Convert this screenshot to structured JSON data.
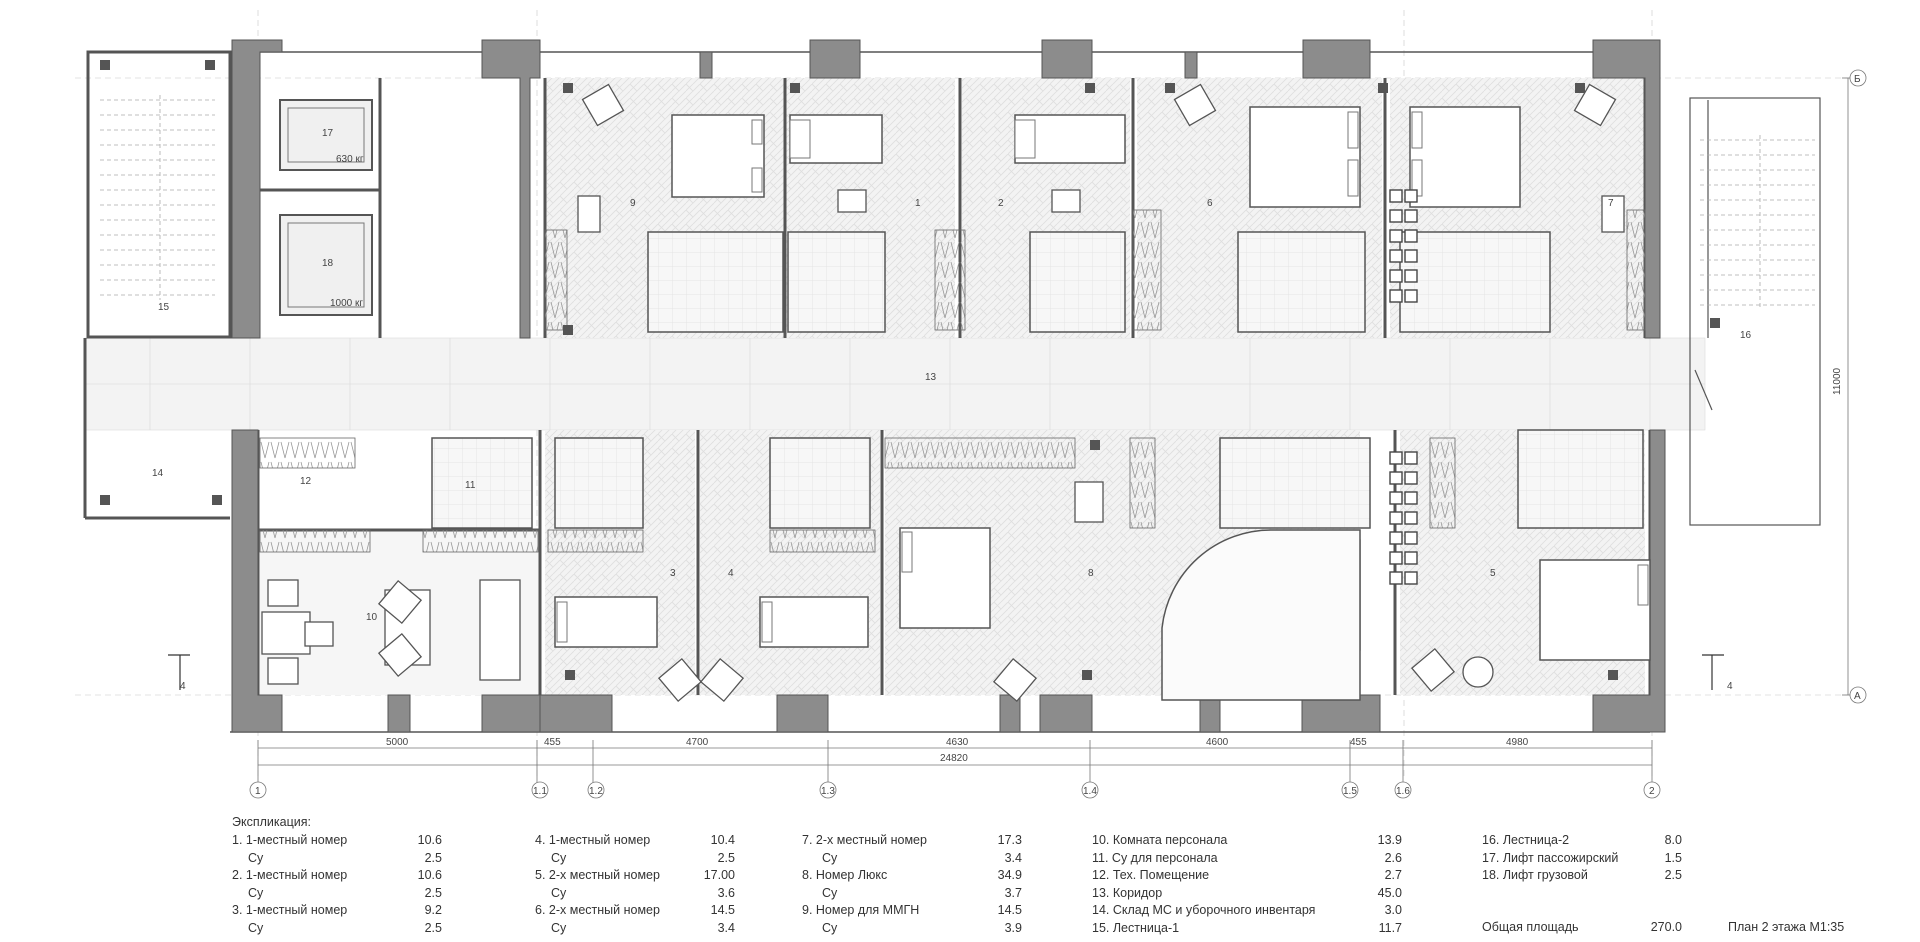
{
  "rooms": {
    "r1": "1",
    "r2": "2",
    "r3": "3",
    "r4": "4",
    "r5": "5",
    "r6": "6",
    "r7": "7",
    "r8": "8",
    "r9": "9",
    "r10": "10",
    "r11": "11",
    "r12": "12",
    "r13": "13",
    "r14": "14",
    "r15": "15",
    "r16": "16",
    "r17": "17",
    "r18": "18"
  },
  "lifts": {
    "passenger": "630 кг",
    "freight": "1000 кг"
  },
  "dimensions": {
    "d1": "5000",
    "d2": "455",
    "d3": "4700",
    "d4": "4630",
    "d5": "4600",
    "d6": "455",
    "d7": "4980",
    "total": "24820",
    "height": "11000"
  },
  "axes": {
    "a1": "1",
    "a11": "1.1",
    "a12": "1.2",
    "a13": "1.3",
    "a14": "1.4",
    "a15": "1.5",
    "a16": "1.6",
    "a2": "2",
    "aA": "А",
    "aB": "Б"
  },
  "section": {
    "left": "4",
    "right": "4"
  },
  "legend": {
    "title": "Экспликация:",
    "columns": [
      [
        {
          "name": "1. 1-местный номер",
          "value": "10.6"
        },
        {
          "name": "    Су",
          "value": "2.5"
        },
        {
          "name": "2. 1-местный номер",
          "value": "10.6"
        },
        {
          "name": "    Су",
          "value": "2.5"
        },
        {
          "name": "3. 1-местный номер",
          "value": "9.2"
        },
        {
          "name": "    Су",
          "value": "2.5"
        }
      ],
      [
        {
          "name": "4. 1-местный номер",
          "value": "10.4"
        },
        {
          "name": "    Су",
          "value": "2.5"
        },
        {
          "name": "5. 2-х местный номер",
          "value": "17.00"
        },
        {
          "name": "    Су",
          "value": "3.6"
        },
        {
          "name": "6. 2-х местный номер",
          "value": "14.5"
        },
        {
          "name": "    Су",
          "value": "3.4"
        }
      ],
      [
        {
          "name": "7.   2-х местный номер",
          "value": "17.3"
        },
        {
          "name": "      Су",
          "value": "3.4"
        },
        {
          "name": "8.   Номер Люкс",
          "value": "34.9"
        },
        {
          "name": "      Су",
          "value": "3.7"
        },
        {
          "name": "9.   Номер для ММГН",
          "value": "14.5"
        },
        {
          "name": "      Су",
          "value": "3.9"
        }
      ],
      [
        {
          "name": "10. Комната персонала",
          "value": "13.9"
        },
        {
          "name": "11. Су для персонала",
          "value": "2.6"
        },
        {
          "name": "12. Тех. Помещение",
          "value": "2.7"
        },
        {
          "name": "13. Коридор",
          "value": "45.0"
        },
        {
          "name": "14. Склад МС и уборочного инвентаря",
          "value": "3.0"
        },
        {
          "name": "15. Лестница-1",
          "value": "11.7"
        }
      ],
      [
        {
          "name": "16.  Лестница-2",
          "value": "8.0"
        },
        {
          "name": "17.  Лифт пассожирский",
          "value": "1.5"
        },
        {
          "name": "18.  Лифт грузовой",
          "value": "2.5"
        }
      ]
    ],
    "total_label": "Общая площадь",
    "total_value": "270.0"
  },
  "caption": "План 2 этажа М1:35"
}
